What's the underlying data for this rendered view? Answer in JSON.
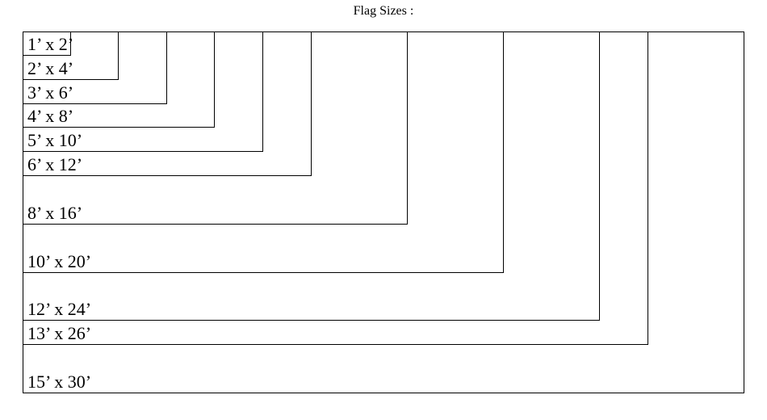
{
  "title": "Flag Sizes :",
  "flags": [
    {
      "label": "1’ x 2’",
      "height_ft": 1,
      "width_ft": 2
    },
    {
      "label": "2’ x 4’",
      "height_ft": 2,
      "width_ft": 4
    },
    {
      "label": "3’ x 6’",
      "height_ft": 3,
      "width_ft": 6
    },
    {
      "label": "4’ x 8’",
      "height_ft": 4,
      "width_ft": 8
    },
    {
      "label": "5’ x 10’",
      "height_ft": 5,
      "width_ft": 10
    },
    {
      "label": "6’ x 12’",
      "height_ft": 6,
      "width_ft": 12
    },
    {
      "label": "8’ x 16’",
      "height_ft": 8,
      "width_ft": 16
    },
    {
      "label": "10’ x 20’",
      "height_ft": 10,
      "width_ft": 20
    },
    {
      "label": "12’ x 24’",
      "height_ft": 12,
      "width_ft": 24
    },
    {
      "label": "13’ x 26’",
      "height_ft": 13,
      "width_ft": 26
    },
    {
      "label": "15’ x 30’",
      "height_ft": 15,
      "width_ft": 30
    }
  ],
  "colors": {
    "line": "#000000",
    "text": "#000000",
    "background": "#ffffff"
  }
}
